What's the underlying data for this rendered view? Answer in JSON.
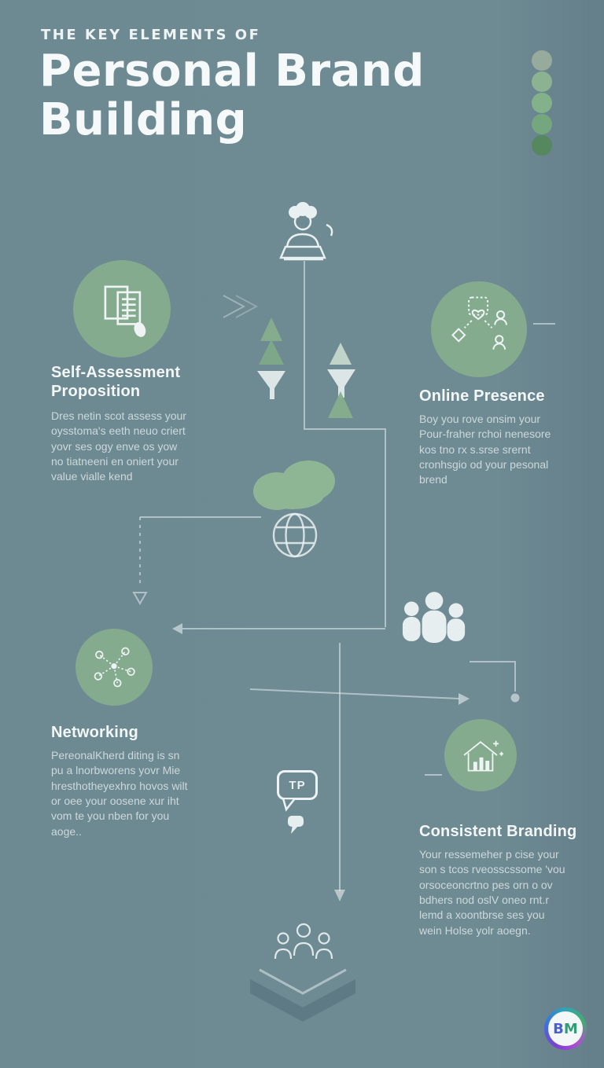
{
  "palette": {
    "background": "#6d8992",
    "circle_green": "#84ab8e",
    "blob_green": "#8fb694",
    "text_primary": "#f4f8f8",
    "text_body": "#dce6e8",
    "line": "#e6eef0",
    "chevron": "#54707a"
  },
  "header": {
    "kicker": "THE KEY ELEMENTS OF",
    "title": "Personal Brand\nBuilding"
  },
  "dots": {
    "colors": [
      "#97ab9d",
      "#8cb291",
      "#83b28a",
      "#74a77e",
      "#55885f"
    ]
  },
  "sections": [
    {
      "id": "self-assessment",
      "title": "Self-Assessment\nProposition",
      "body": "Dres netin scot assess your\noysstoma's eeth neuo criert\nyovr ses ogy enve os yow\nno tiatneeni en oniert your\nvalue vialle kend"
    },
    {
      "id": "online-presence",
      "title": "Online Presence",
      "body": "Boy you rove onsim your\nPour-fraher rchoi nenesore\nkos tno rx s.srse srernt\ncronhsgio od your pesonal\nbrend"
    },
    {
      "id": "networking",
      "title": "Networking",
      "body": "PereonalKherd diting is sn\npu a lnorbworens yovr Mie\nhresthotheyexhro hovos wilt\nor oee your oosene xur iht\nvom te you nben for you\naoge.."
    },
    {
      "id": "consistent-branding",
      "title": "Consistent Branding",
      "body": "Your ressemeher p cise your\nson s tcos rveosscssome 'vou\norsoceoncrtno pes orn o ov\nbdhers nod oslV oneo rnt.r\nlemd a xoontbrse ses you\nwein Holse yolr aoegn."
    }
  ],
  "speech_bubble": {
    "label": "TP"
  },
  "logo": {
    "letter_b": "B",
    "letter_m": "M"
  },
  "icons": [
    "person-at-laptop-icon",
    "documents-icon",
    "online-presence-icon",
    "trees-funnel-icons",
    "blob-shape",
    "globe-icon",
    "network-icon",
    "people-group-silhouette-icon",
    "house-chart-icon",
    "speech-bubble-icon",
    "group-outline-icon",
    "chevron-down-icon",
    "bm-logo"
  ]
}
